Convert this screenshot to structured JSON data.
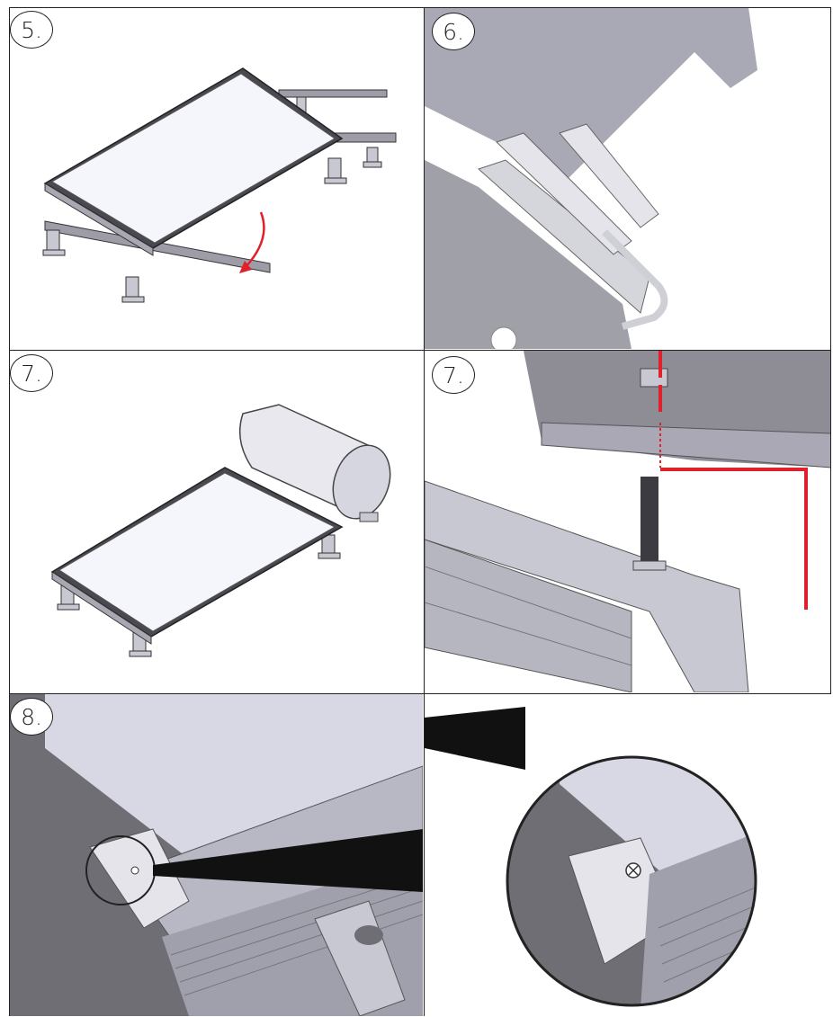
{
  "steps": [
    {
      "id": "p1",
      "label": "5."
    },
    {
      "id": "p2",
      "label": "6."
    },
    {
      "id": "p3",
      "label": "7."
    },
    {
      "id": "p4",
      "label": "7."
    },
    {
      "id": "p5",
      "label": "8."
    }
  ],
  "colors": {
    "accent_red": "#e0202a",
    "panel_white": "#f4f6fb",
    "metal_light": "#d8d8e0",
    "metal_mid": "#a9a8b4",
    "metal_dark": "#5b5962",
    "concrete": "#7a7a80"
  }
}
